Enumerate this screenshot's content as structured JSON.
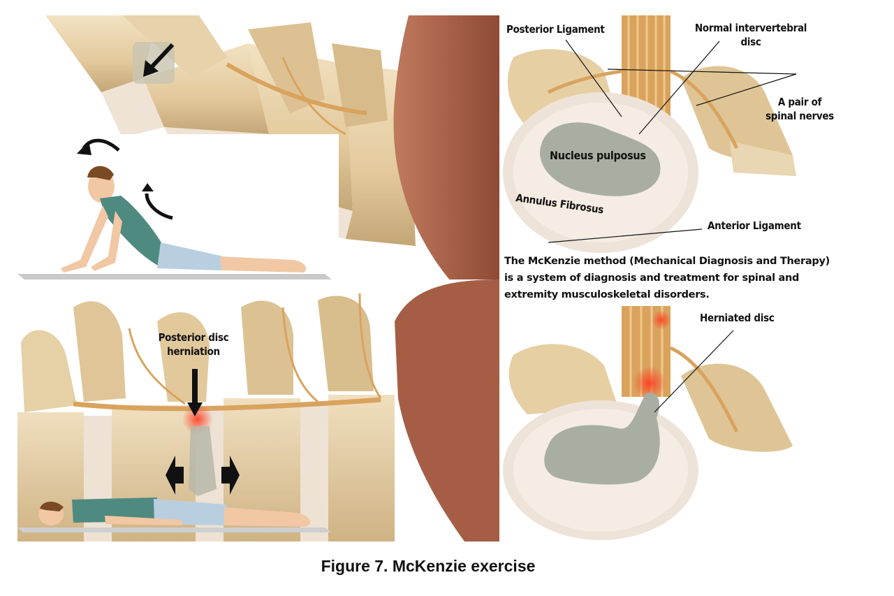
{
  "figure": {
    "caption": "Figure 7. McKenzie exercise"
  },
  "labels": {
    "posterior_ligament": "Posterior Ligament",
    "normal_disc_line1": "Normal intervertebral",
    "normal_disc_line2": "disc",
    "spinal_nerves_line1": "A pair of",
    "spinal_nerves_line2": "spinal nerves",
    "nucleus_pulposus": "Nucleus pulposus",
    "annulus_fibrosus": "Annulus Fibrosus",
    "anterior_ligament": "Anterior Ligament",
    "herniation_line1": "Posterior disc",
    "herniation_line2": "herniation",
    "herniated_disc": "Herniated disc"
  },
  "description": {
    "line1": "The McKenzie method (Mechanical Diagnosis and Therapy)",
    "line2": "is a system of diagnosis and treatment for spinal and",
    "line3": "extremity musculoskeletal disorders."
  },
  "colors": {
    "bone": "#e8d3ad",
    "bone_shadow": "#b99a6c",
    "disc_ring": "#f1e6dc",
    "nucleus": "#a9aea2",
    "muscle": "#a55e45",
    "nerve": "#d9a35e",
    "shirt": "#4f8a80",
    "shorts": "#b9cfe0",
    "skin": "#f2c7a4",
    "hair": "#7a4a25",
    "inflammation": "#e8503a"
  }
}
